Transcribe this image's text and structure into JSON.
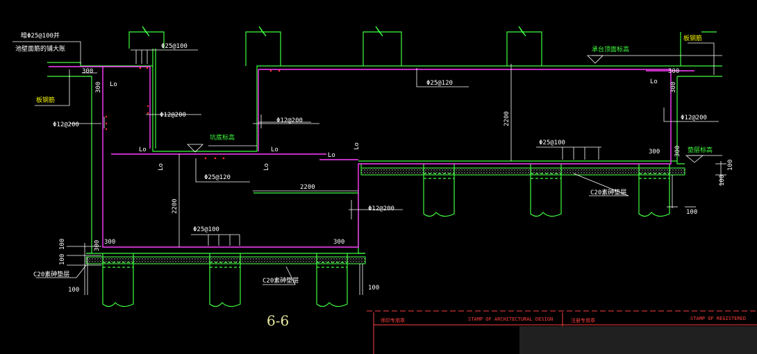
{
  "section_label": "6-6",
  "labels": {
    "top_left_rebar": "暗Φ25@100并",
    "top_left_note": "池壁面筋的铺大账",
    "slab_marker_left": "板钢筋",
    "slab_marker_right": "板钢筋",
    "rebar_top_left": "Φ25@100",
    "rebar_upper_mid": "Φ25@120",
    "rebar_lower_mid": "Φ25@120",
    "rebar_wall_left": "Φ12@200",
    "rebar_wall_inner_left": "Φ12@200",
    "rebar_wall_mid": "Φ12@200",
    "rebar_wall_step": "Φ12@200",
    "rebar_wall_right": "Φ12@200",
    "rebar_bottom_left": "Φ25@100",
    "rebar_bottom_right": "Φ25@100",
    "elev_top_right": "承台顶面标高",
    "elev_pit_bottom": "坑底标高",
    "elev_right_base": "垫层标高",
    "cushion_left": "C20素砷垫层",
    "cushion_mid": "C20素砷垫层",
    "cushion_right": "C20素砷垫层",
    "dim_300_top_left": "300",
    "dim_300_top_right": "300",
    "dim_300_mid_right": "300",
    "dim_300_mid_right_h": "300",
    "dim_300_left_v": "300",
    "dim_300_bottom_left_v": "300",
    "dim_300_bottom_left_h": "300",
    "dim_300_bottom_right_h": "300",
    "dim_300_bottom_right_v": "300",
    "dim_2200_vertical_right": "2200",
    "dim_2200_vertical_left": "2200",
    "dim_2200_horizontal": "2200",
    "dim_100_left_a": "100",
    "dim_100_left_b": "100",
    "dim_100_left_c": "100",
    "dim_100_bottom": "100",
    "dim_100_right_a": "100",
    "dim_100_right_b": "100",
    "dim_100_right_c": "100",
    "lo": "Lo"
  },
  "title_block": {
    "cell_1": "师印专用章",
    "cell_2": "STAMP OF ARCHITECTURAL DESIGN",
    "cell_3": "注册专用章",
    "cell_4": "STAMP OF REGISTERED"
  },
  "colors": {
    "background": "#000000",
    "wall": "#ff40ff",
    "outline": "#40ff40",
    "text": "#ffffff",
    "accent": "#f2f200",
    "rebar_dot": "#ff3030"
  }
}
